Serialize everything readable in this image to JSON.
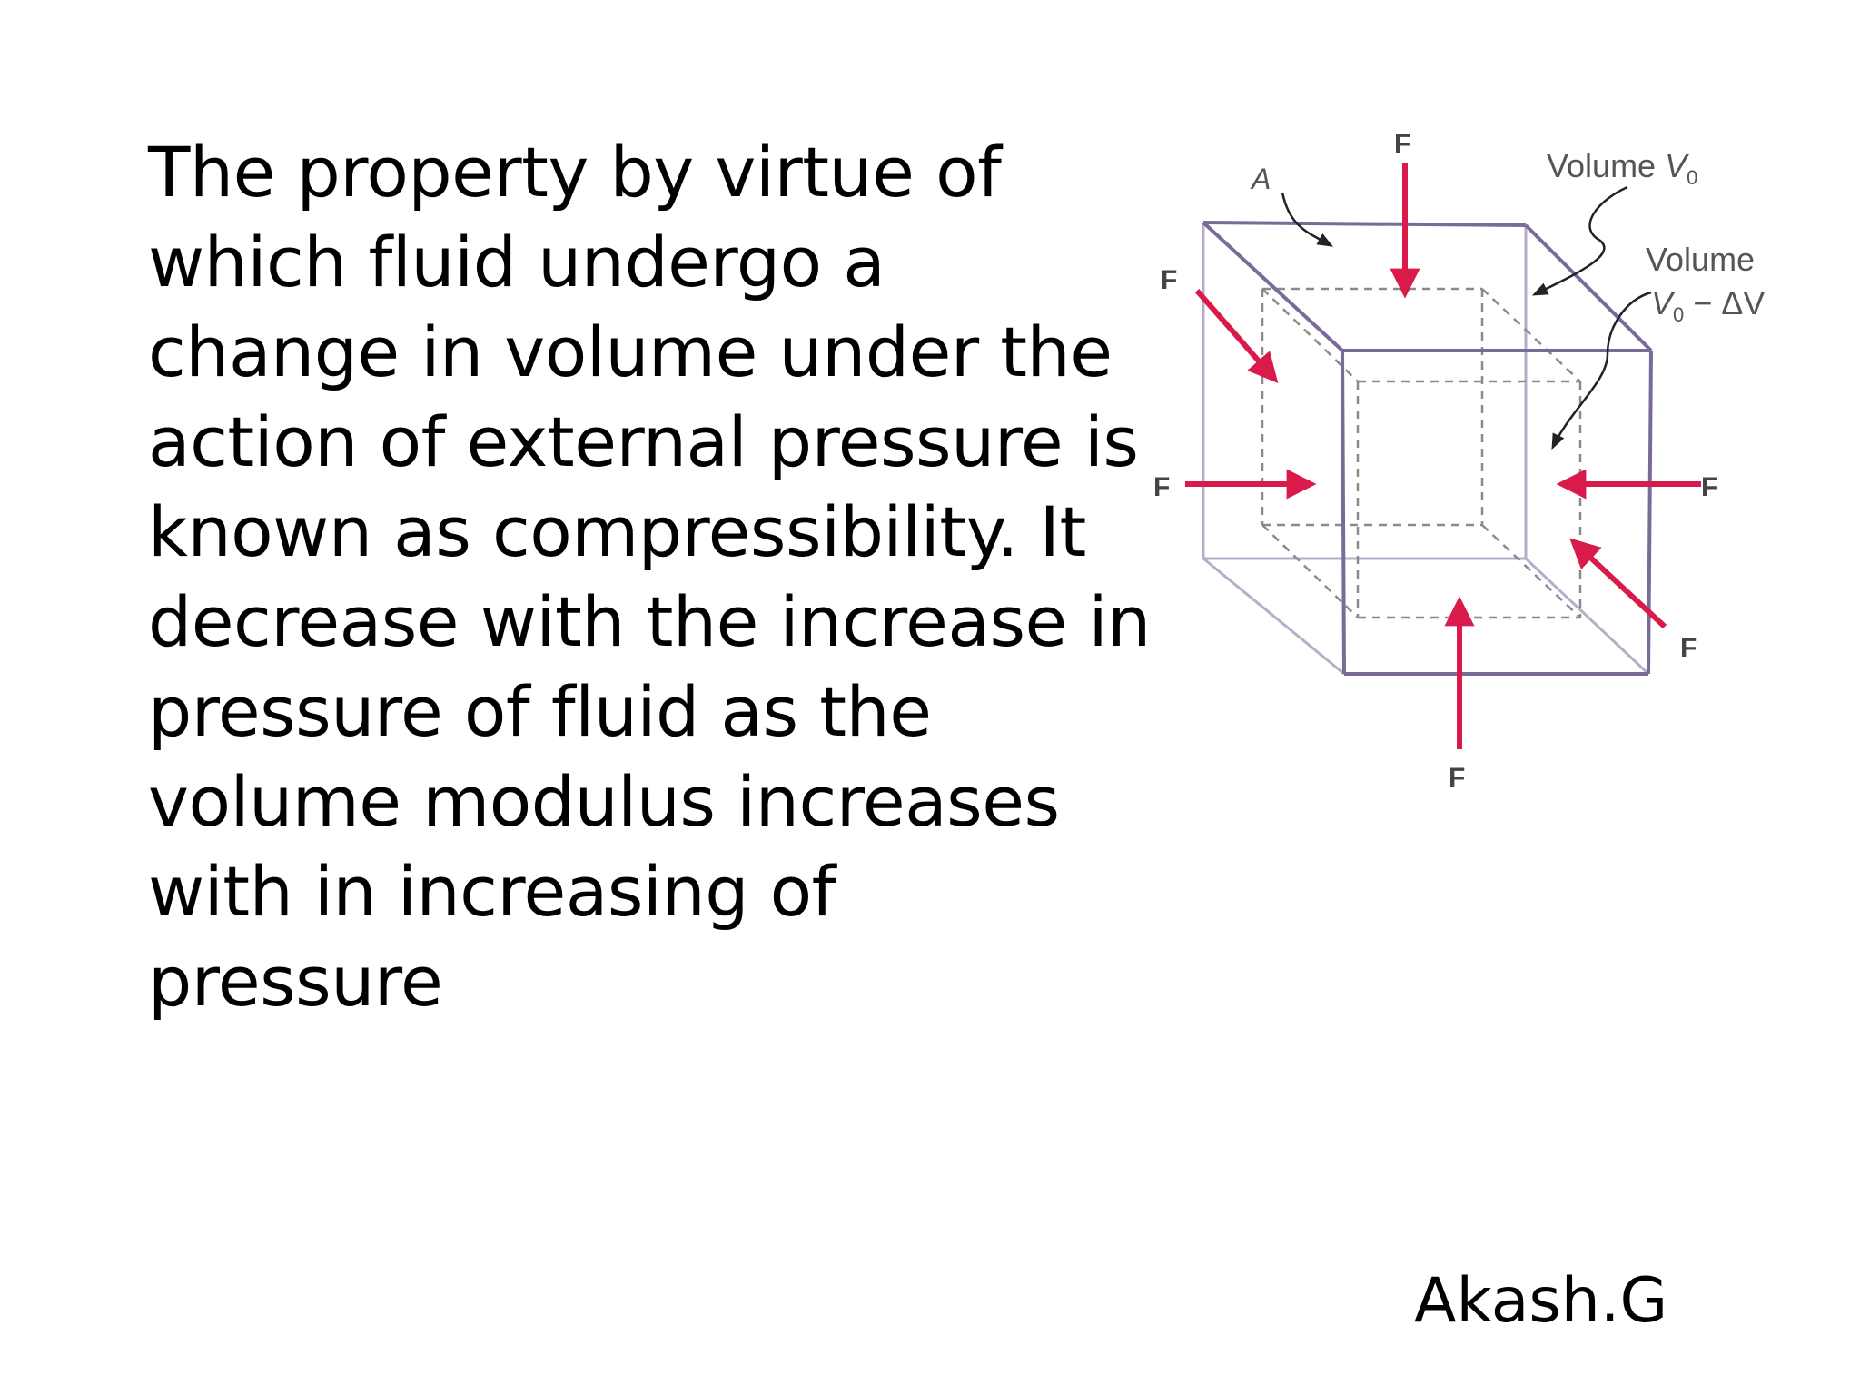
{
  "slide": {
    "body_text": "The property by virtue of\nwhich fluid undergo a\nchange in volume under the\naction of external pressure is\nknown as compressibility.  It\ndecrease with the increase in\npressure of fluid as the\nvolume modulus increases\nwith in increasing  of\npressure",
    "author": "Akash.G"
  },
  "diagram": {
    "labels": {
      "area": "A",
      "force": "F",
      "volume_initial_word": "Volume",
      "volume_initial_symbol": "V",
      "volume_initial_subscript": "0",
      "volume_final_word": "Volume",
      "volume_final_expr": "V",
      "volume_final_subscript": "0",
      "volume_final_delta": " − ΔV"
    },
    "colors": {
      "cube_edge": "#7a6a9a",
      "cube_back_edge": "#b6aec8",
      "dashed_edge": "#8a8a8a",
      "force_arrow": "#d81b4a",
      "leader_line": "#222222"
    }
  }
}
